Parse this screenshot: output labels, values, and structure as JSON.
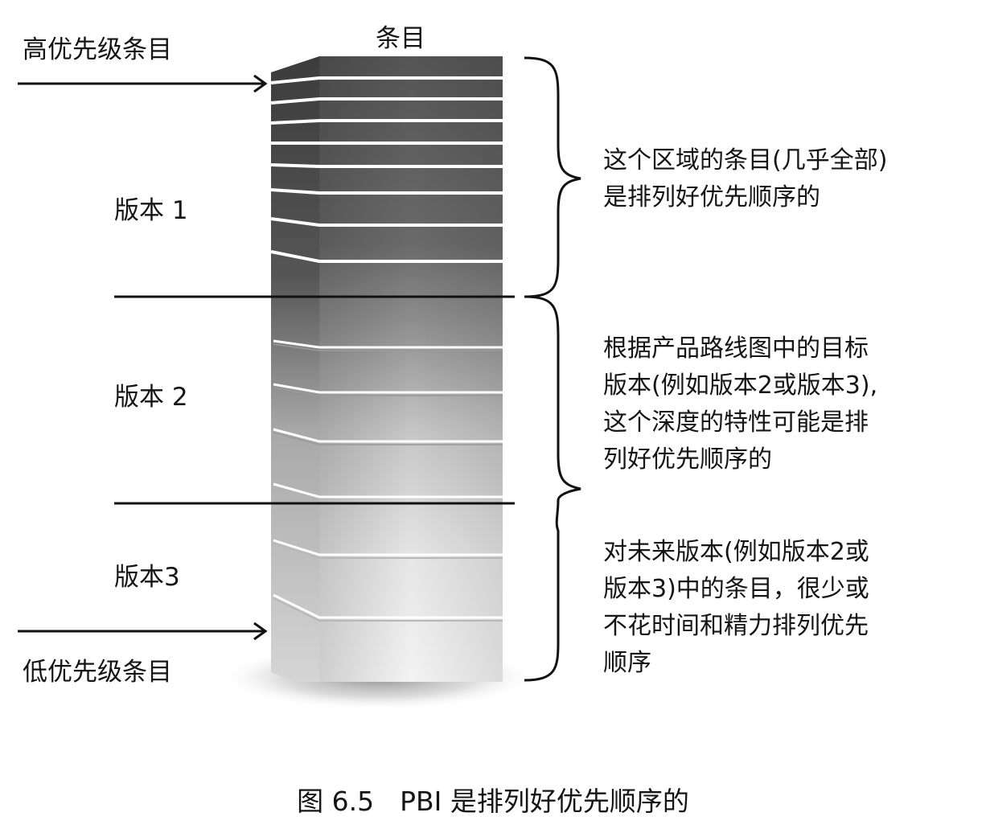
{
  "labels": {
    "top_column": "条目",
    "high_priority": "高优先级条目",
    "low_priority": "低优先级条目",
    "release_1": "版本 1",
    "release_2": "版本 2",
    "release_3": "版本3"
  },
  "notes": {
    "release_1": [
      "这个区域的条目(几乎全部)",
      "是排列好优先顺序的"
    ],
    "release_2": [
      "根据产品路线图中的目标",
      "版本(例如版本2或版本3),",
      "这个深度的特性可能是排",
      "列好优先顺序的"
    ],
    "release_3": [
      "对未来版本(例如版本2或",
      "版本3)中的条目，很少或",
      "不花时间和精力排列优先",
      "顺序"
    ]
  },
  "caption": {
    "number": "图 6.5",
    "text": "PBI 是排列好优先顺序的"
  },
  "colors": {
    "dark_item": "#555555",
    "light_item": "#eeeeee",
    "line": "#111111"
  }
}
